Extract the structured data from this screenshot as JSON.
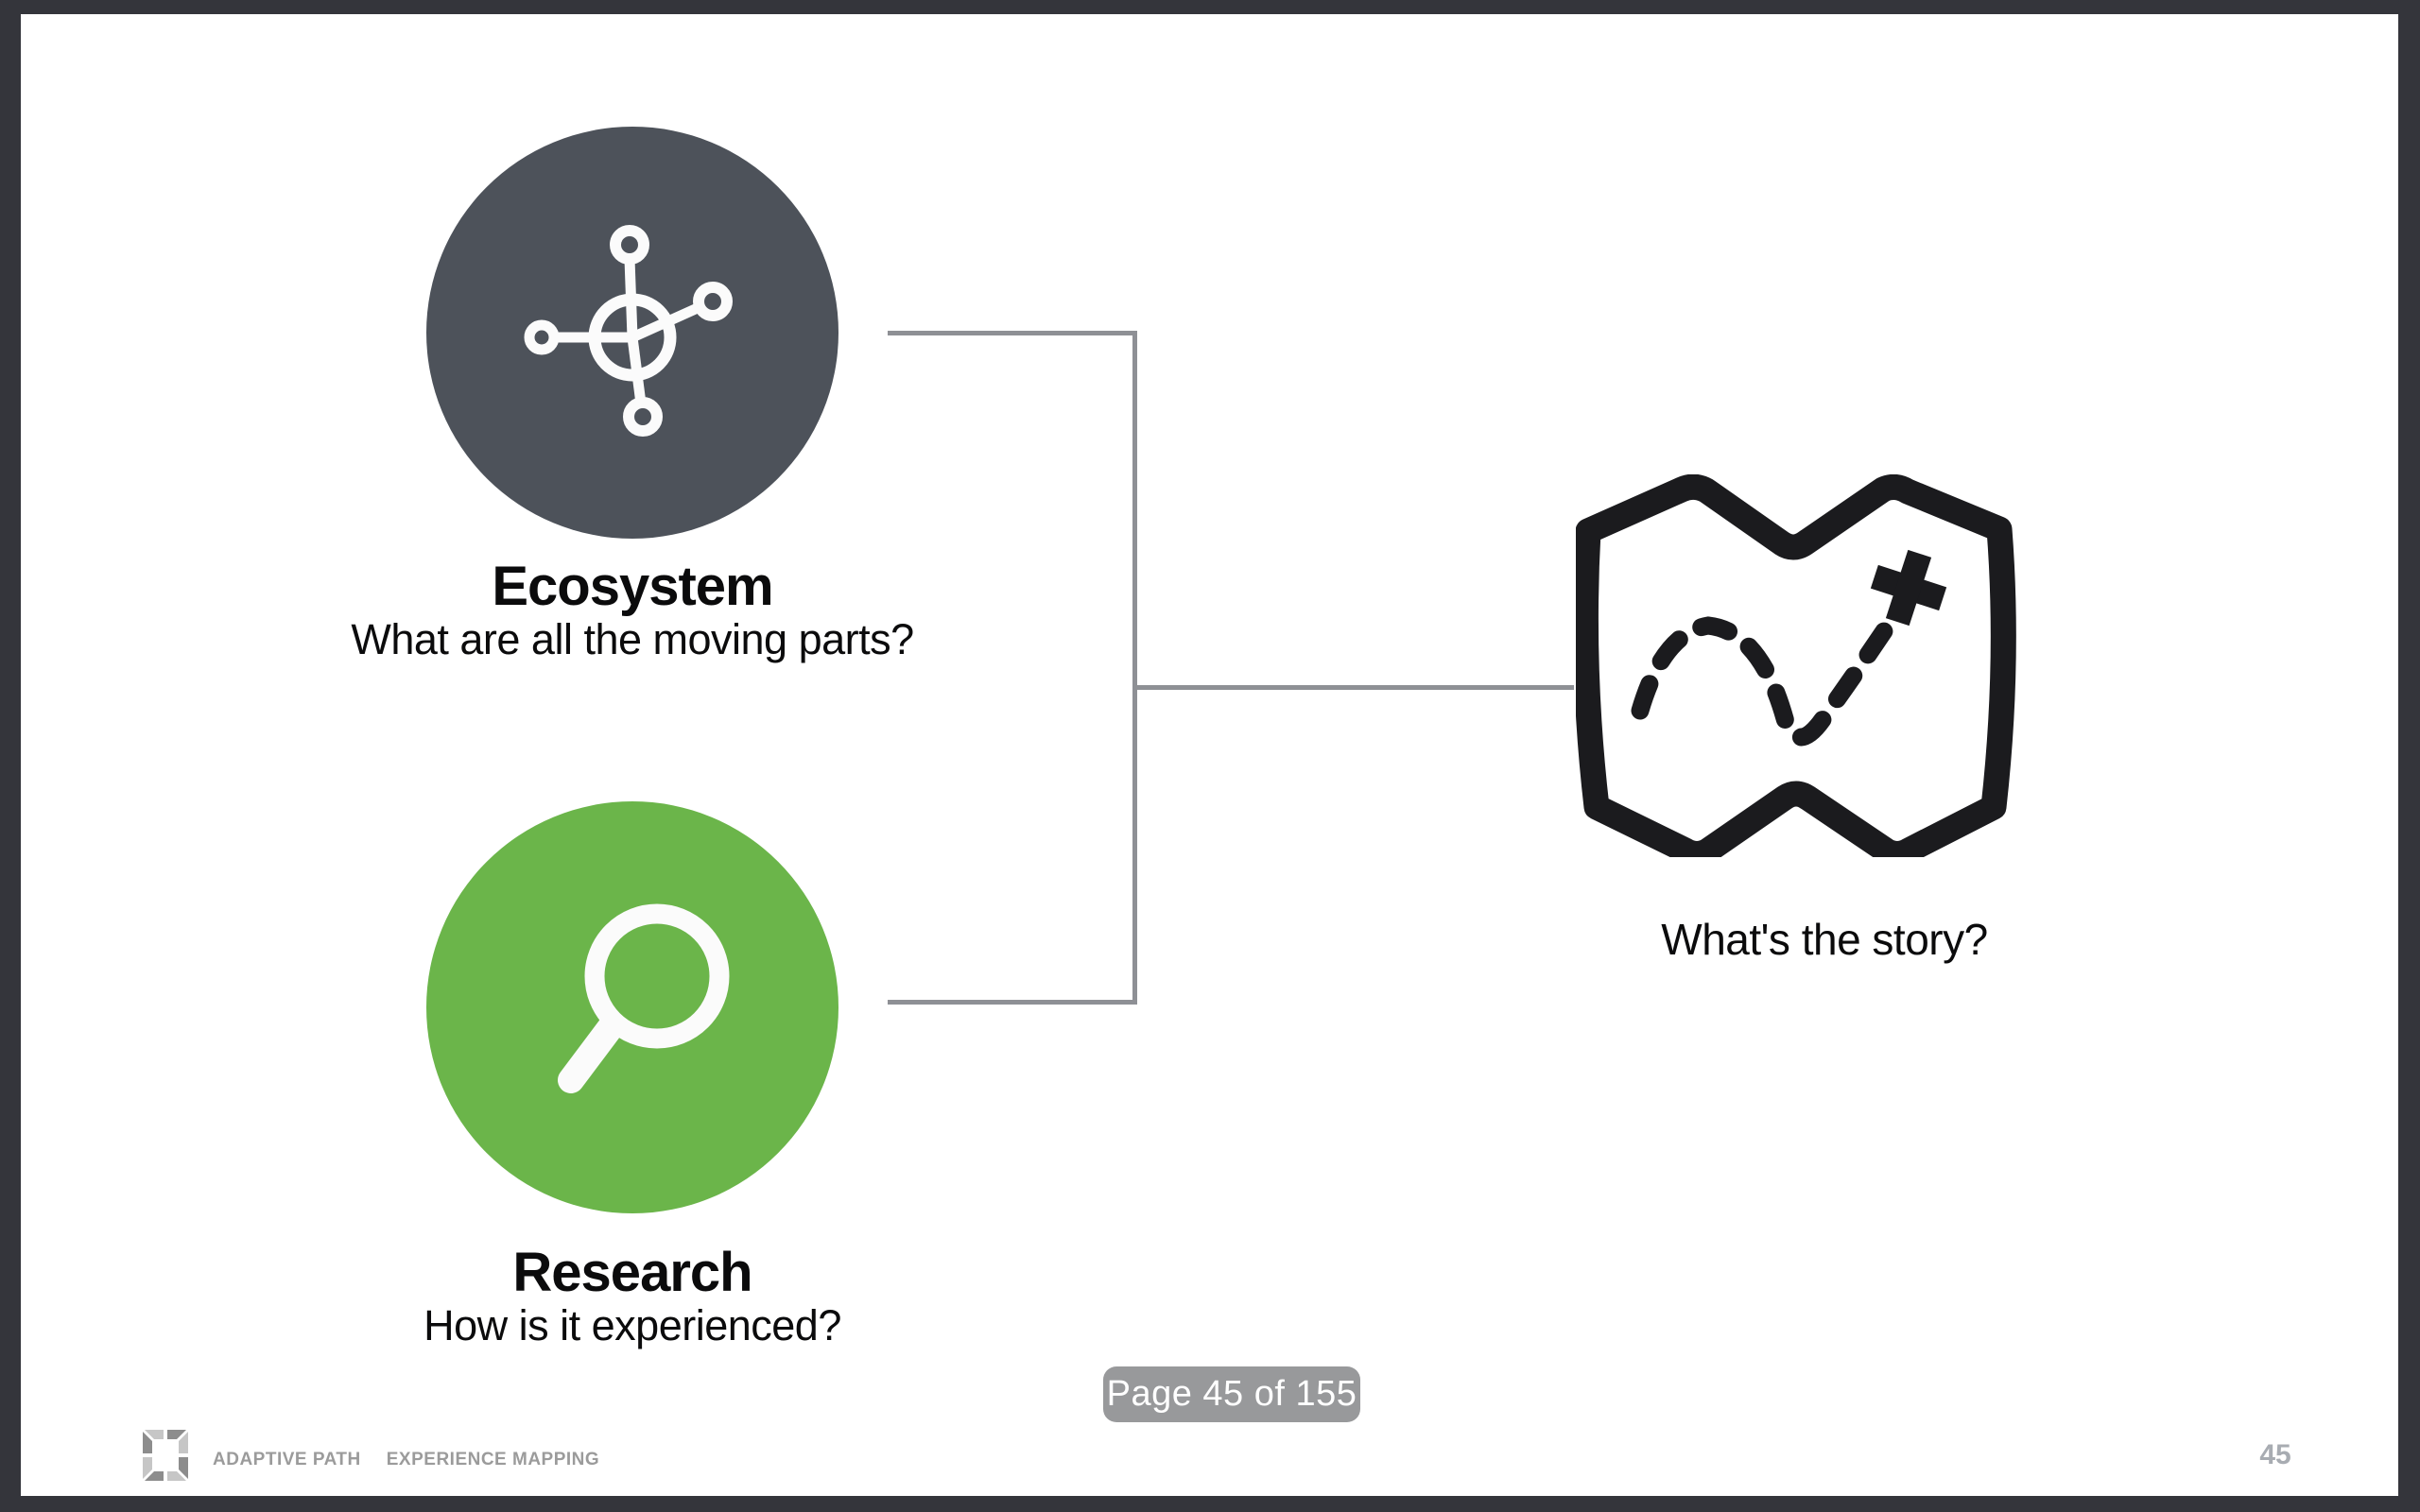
{
  "frame": {
    "color": "#34353b"
  },
  "slide": {
    "background": "#ffffff",
    "connector_color": "#8e9095",
    "nodes": [
      {
        "title": "Ecosystem",
        "subtitle": "What are all the moving parts?",
        "circle_color": "#4d525a",
        "icon": "network-hub-icon"
      },
      {
        "title": "Research",
        "subtitle": "How is it experienced?",
        "circle_color": "#6bb54a",
        "icon": "magnifier-icon"
      }
    ],
    "result": {
      "caption": "What's the story?",
      "icon": "treasure-map-icon",
      "map_color": "#1b1b1e"
    }
  },
  "footer": {
    "brand": "ADAPTIVE PATH",
    "deck_title": "EXPERIENCE MAPPING",
    "text_color": "#9b9b9b"
  },
  "viewer": {
    "page_indicator": "Page 45 of 155",
    "badge_color": "#98999b"
  },
  "page_corner_number": "45"
}
